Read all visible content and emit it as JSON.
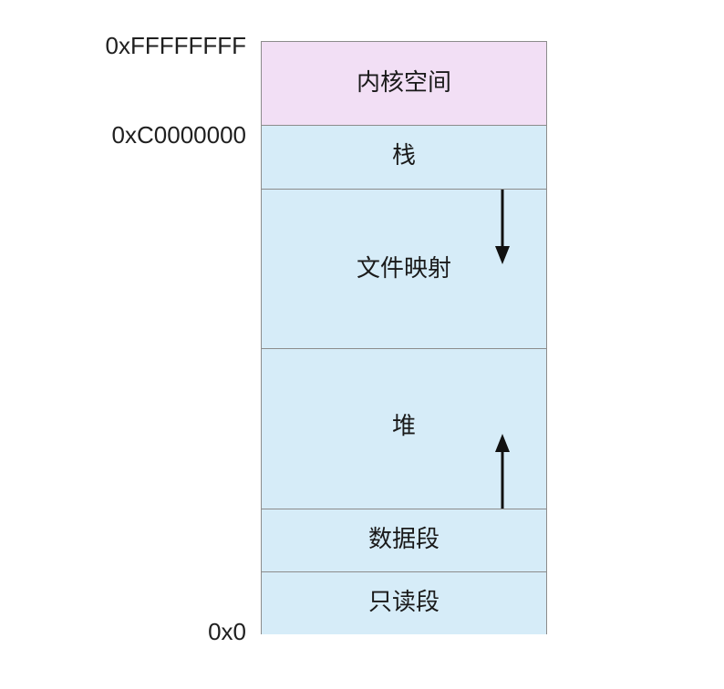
{
  "addresses": {
    "top": "0xFFFFFFFF",
    "kernel_boundary": "0xC0000000",
    "bottom": "0x0"
  },
  "segments": [
    {
      "key": "kernel",
      "label": "内核空间",
      "color": "#f2dff5"
    },
    {
      "key": "stack",
      "label": "栈",
      "color": "#d6ecf8"
    },
    {
      "key": "mmap",
      "label": "文件映射",
      "color": "#d6ecf8"
    },
    {
      "key": "heap",
      "label": "堆",
      "color": "#d6ecf8"
    },
    {
      "key": "data",
      "label": "数据段",
      "color": "#d6ecf8"
    },
    {
      "key": "rodata",
      "label": "只读段",
      "color": "#d6ecf8"
    }
  ],
  "arrows": [
    {
      "name": "downward-growth",
      "direction": "down"
    },
    {
      "name": "upward-growth",
      "direction": "up"
    }
  ],
  "colors": {
    "border": "#8c8c8c",
    "arrow": "#111111",
    "kernel_fill": "#f2dff5",
    "user_fill": "#d6ecf8"
  }
}
